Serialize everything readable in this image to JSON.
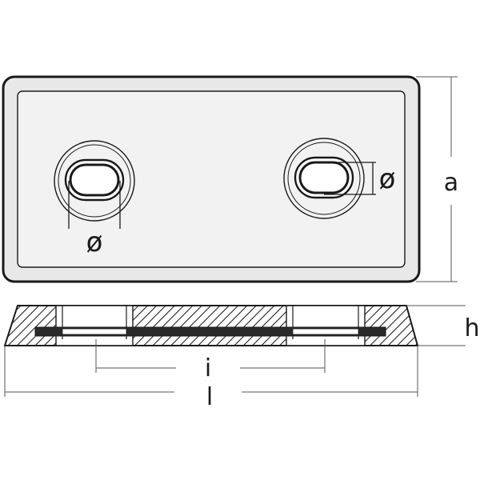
{
  "labels": {
    "hole_diameter_bottom": "ø",
    "hole_diameter_right": "ø",
    "height_a": "a",
    "thickness_h": "h",
    "hole_spacing_i": "i",
    "length_l": "l"
  },
  "colors": {
    "stroke": "#1a1a1a",
    "dimension": "#555555",
    "body_fill": "#e8e8e8",
    "inner_fill": "#f2f2f2",
    "hatch": "#222222",
    "background": "#ffffff"
  }
}
